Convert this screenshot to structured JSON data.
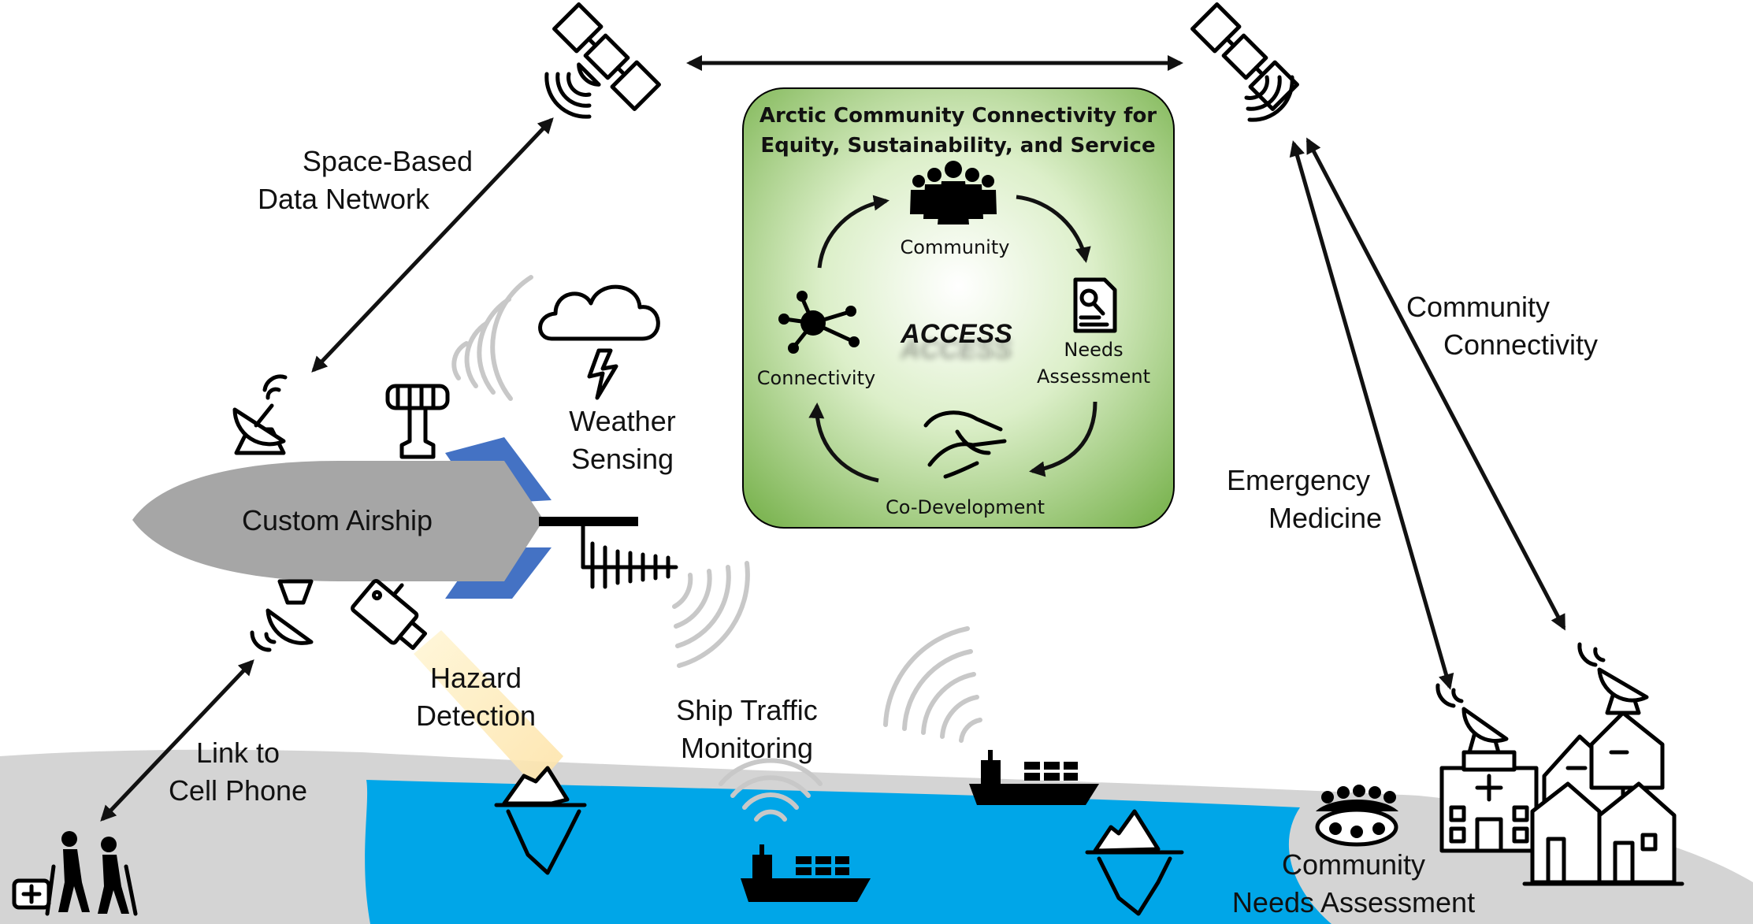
{
  "labels": {
    "space_network": [
      "Space-Based",
      "Data Network"
    ],
    "airship": "Custom Airship",
    "weather": [
      "Weather",
      "Sensing"
    ],
    "hazard": [
      "Hazard",
      "Detection"
    ],
    "cell_link": [
      "Link to",
      "Cell Phone"
    ],
    "ship_traffic": [
      "Ship Traffic",
      "Monitoring"
    ],
    "emergency": [
      "Emergency",
      "Medicine"
    ],
    "community_conn": [
      "Community",
      "Connectivity"
    ],
    "needs_assessment_ground": [
      "Community",
      "Needs Assessment"
    ]
  },
  "access_box": {
    "title": [
      "Arctic Community Connectivity for",
      "Equity, Sustainability, and Service"
    ],
    "center": "ACCESS",
    "cycle": {
      "community": "Community",
      "needs": [
        "Needs",
        "Assessment"
      ],
      "codev": "Co-Development",
      "connectivity": "Connectivity"
    }
  },
  "colors": {
    "ocean": "#00a6e8",
    "land": "#d4d4d4",
    "box_green": "#8cc063",
    "airship": "#a6a6a6",
    "fin": "#4472c4",
    "hazard_beam": "#fde9b8"
  }
}
